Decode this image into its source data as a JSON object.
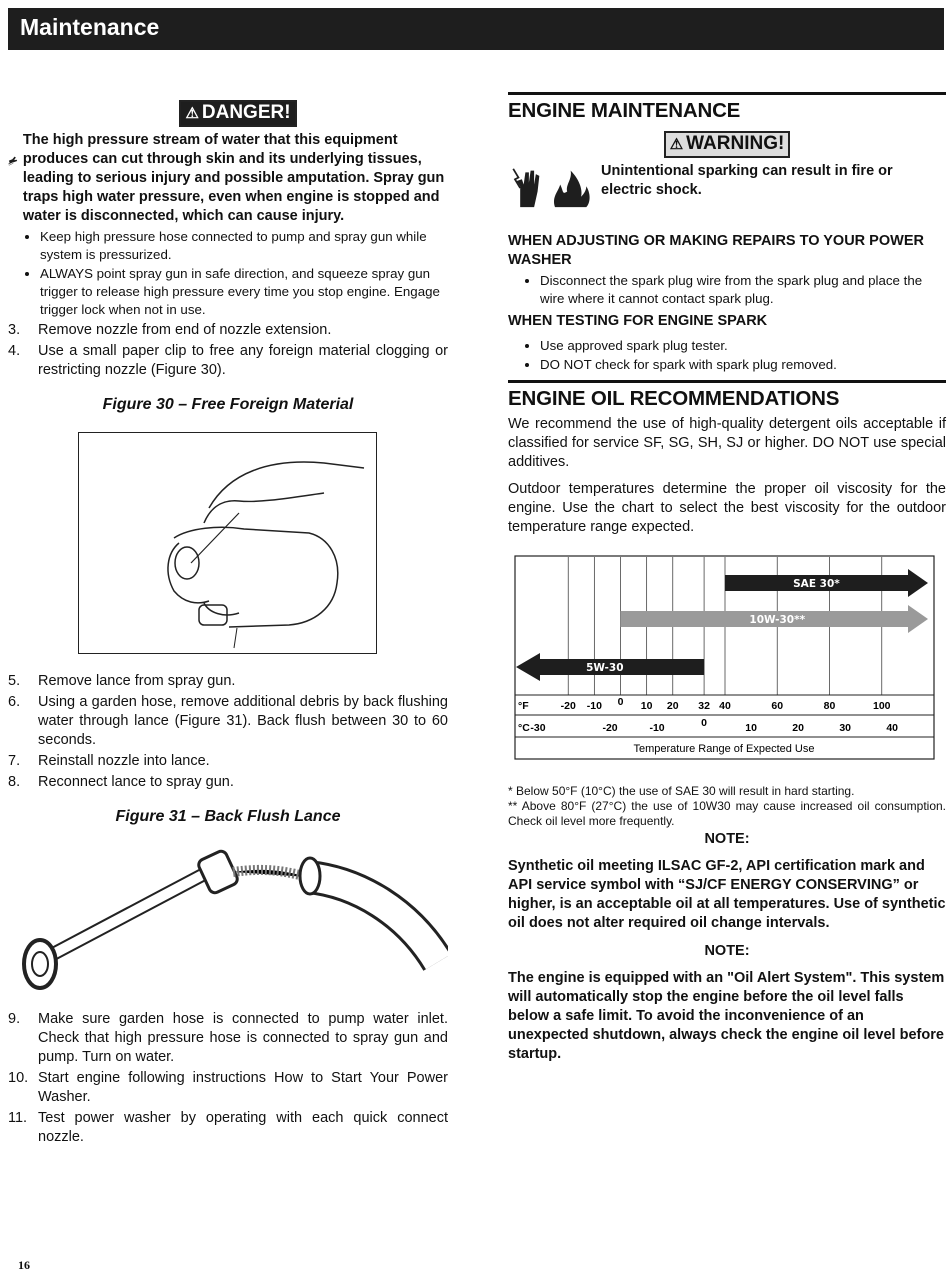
{
  "header": {
    "title": "Maintenance"
  },
  "left": {
    "danger_badge": "DANGER!",
    "danger_text": "The high pressure stream of water that this equipment produces can cut through skin and its underlying tissues, leading to serious injury and possible amputation. Spray gun traps high water pressure, even when engine is stopped and water is disconnected, which can cause injury.",
    "bullets": [
      "Keep high pressure hose connected to pump and spray gun while system is pressurized.",
      "ALWAYS point spray gun in safe direction, and squeeze spray gun trigger to release high pressure every time you stop engine. Engage trigger lock when not in use."
    ],
    "steps_a": [
      {
        "num": "3.",
        "text": "Remove nozzle from end of nozzle extension."
      },
      {
        "num": "4.",
        "text": "Use a small paper clip to free any foreign material clogging or restricting nozzle (Figure 30)."
      }
    ],
    "fig30_caption": "Figure 30 – Free Foreign Material",
    "steps_b": [
      {
        "num": "5.",
        "text": "Remove lance from spray gun."
      },
      {
        "num": "6.",
        "text": "Using a garden hose, remove additional debris by back flushing water through lance (Figure 31). Back flush between 30 to 60 seconds."
      },
      {
        "num": "7.",
        "text": "Reinstall nozzle into lance."
      },
      {
        "num": "8.",
        "text": "Reconnect lance to spray gun."
      }
    ],
    "fig31_caption": "Figure 31 – Back Flush Lance",
    "steps_c": [
      {
        "num": "9.",
        "text": "Make sure garden hose is connected to pump water inlet. Check that high pressure hose is connected to spray gun and pump. Turn on water."
      },
      {
        "num": "10.",
        "text": "Start engine following instructions How to Start Your Power Washer."
      },
      {
        "num": "11.",
        "text": "Test power washer by operating with each quick connect nozzle."
      }
    ]
  },
  "right": {
    "engine_title": "ENGINE MAINTENANCE",
    "warning_badge": "WARNING!",
    "warning_text": "Unintentional sparking can result in fire or electric shock.",
    "sub1": "WHEN ADJUSTING OR MAKING REPAIRS TO YOUR POWER WASHER",
    "sub1_bullets": [
      "Disconnect the spark plug wire from the spark plug and place the wire where it cannot contact spark plug."
    ],
    "sub2": "WHEN TESTING FOR ENGINE SPARK",
    "sub2_bullets": [
      "Use approved spark plug tester.",
      "DO NOT check for spark with spark plug removed."
    ],
    "oil_title": "ENGINE OIL RECOMMENDATIONS",
    "oil_p1": "We recommend the use of high-quality detergent oils acceptable if classified for service SF, SG, SH, SJ or higher. DO NOT use special additives.",
    "oil_p2": "Outdoor temperatures determine the proper oil viscosity for the engine. Use the chart to select the best viscosity for the outdoor temperature range expected.",
    "footnote1": "* Below 50°F (10°C) the use of SAE 30 will result in hard starting.",
    "footnote2": "** Above 80°F (27°C) the use of 10W30 may cause increased oil consumption. Check oil level more frequently.",
    "note_head": "NOTE:",
    "note1": "Synthetic oil meeting ILSAC GF-2, API certification mark and API service symbol with “SJ/CF ENERGY CONSERVING” or higher, is an acceptable oil at all temperatures. Use of synthetic oil does not alter required oil change intervals.",
    "note2": "The engine is equipped with an \"Oil Alert System\". This system will automatically stop the engine before the oil level falls below a safe limit. To avoid the inconvenience of an unexpected shutdown, always check the engine oil level before startup."
  },
  "chart_data": {
    "type": "bar",
    "series": [
      {
        "name": "SAE 30*",
        "from_f": 40,
        "to_f": 120,
        "arrow": "right",
        "color": "#1e1e1e"
      },
      {
        "name": "10W-30**",
        "from_f": 0,
        "to_f": 120,
        "arrow": "right",
        "color": "#9a9a9a"
      },
      {
        "name": "5W-30",
        "from_f": -40,
        "to_f": 32,
        "arrow": "left",
        "color": "#1e1e1e"
      }
    ],
    "f_unit": "°F",
    "f_ticks": [
      -20,
      -10,
      0,
      10,
      20,
      32,
      40,
      60,
      80,
      100
    ],
    "c_unit": "°C",
    "c_ticks": [
      -30,
      -20,
      -10,
      0,
      10,
      20,
      30,
      40
    ],
    "xlabel": "Temperature Range of Expected Use"
  },
  "page": {
    "number": "16"
  }
}
